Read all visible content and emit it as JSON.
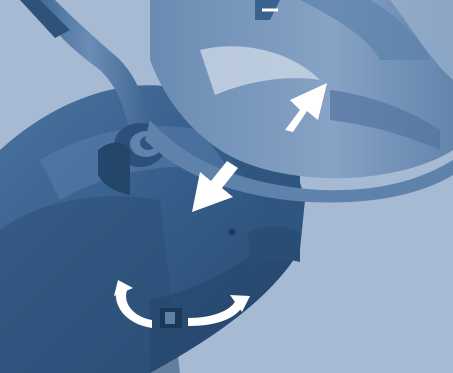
{
  "illustration": {
    "subject": "mechanical-assembly",
    "palette": {
      "background": "#a6bad4",
      "body_dark": "#2e527a",
      "body_mid": "#3f6794",
      "body_light": "#5a80ab",
      "arm_light": "#7f9dc0",
      "highlight": "#c7d4e4",
      "arrow": "#ffffff"
    },
    "arrows": [
      {
        "kind": "diagonal-arrow-up-right",
        "icon": "arrow-up-right-icon"
      },
      {
        "kind": "diagonal-arrow-down-left",
        "icon": "arrow-down-left-icon"
      },
      {
        "kind": "rotation-arrows",
        "icon": "rotate-icon"
      }
    ]
  }
}
